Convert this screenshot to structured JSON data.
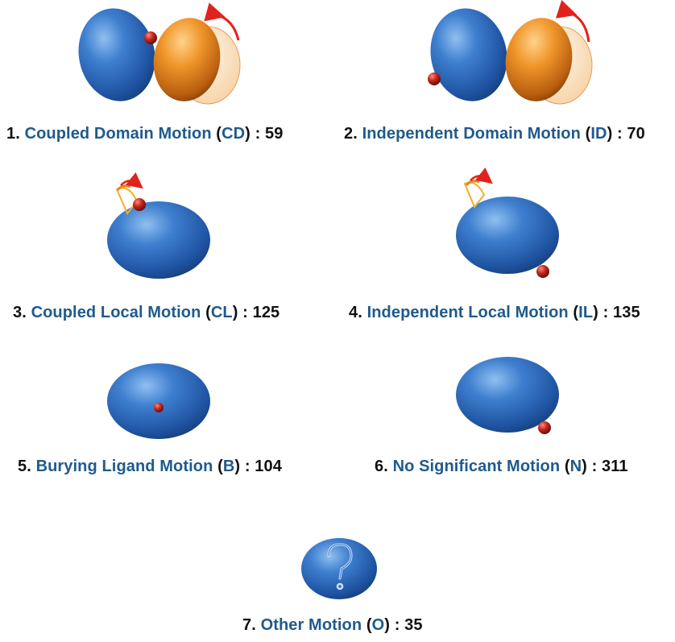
{
  "colors": {
    "label_blue": "#1f5a8c",
    "label_black": "#111111",
    "domain_blue": "#2f6bbf",
    "domain_orange": "#e8861f",
    "ligand_red": "#b3201f",
    "arrow_red": "#e0231c"
  },
  "panels": [
    {
      "num": "1.",
      "name": "Coupled Domain Motion",
      "abbr": "CD",
      "sep": ":",
      "count": "59",
      "icon": "two-domain-coupled-icon"
    },
    {
      "num": "2.",
      "name": "Independent Domain Motion",
      "abbr": "ID",
      "sep": ":",
      "count": "70",
      "icon": "two-domain-independent-icon"
    },
    {
      "num": "3.",
      "name": "Coupled Local Motion",
      "abbr": "CL",
      "sep": ":",
      "count": "125",
      "icon": "local-loop-coupled-icon"
    },
    {
      "num": "4.",
      "name": "Independent Local Motion",
      "abbr": "IL",
      "sep": ":",
      "count": "135",
      "icon": "local-loop-independent-icon"
    },
    {
      "num": "5.",
      "name": "Burying Ligand Motion",
      "abbr": "B",
      "sep": ":",
      "count": "104",
      "icon": "buried-ligand-icon"
    },
    {
      "num": "6.",
      "name": "No Significant Motion",
      "abbr": "N",
      "sep": ":",
      "count": "311",
      "icon": "surface-ligand-icon"
    },
    {
      "num": "7.",
      "name": "Other Motion",
      "abbr": "O",
      "sep": ":",
      "count": "35",
      "icon": "question-mark-icon"
    }
  ]
}
